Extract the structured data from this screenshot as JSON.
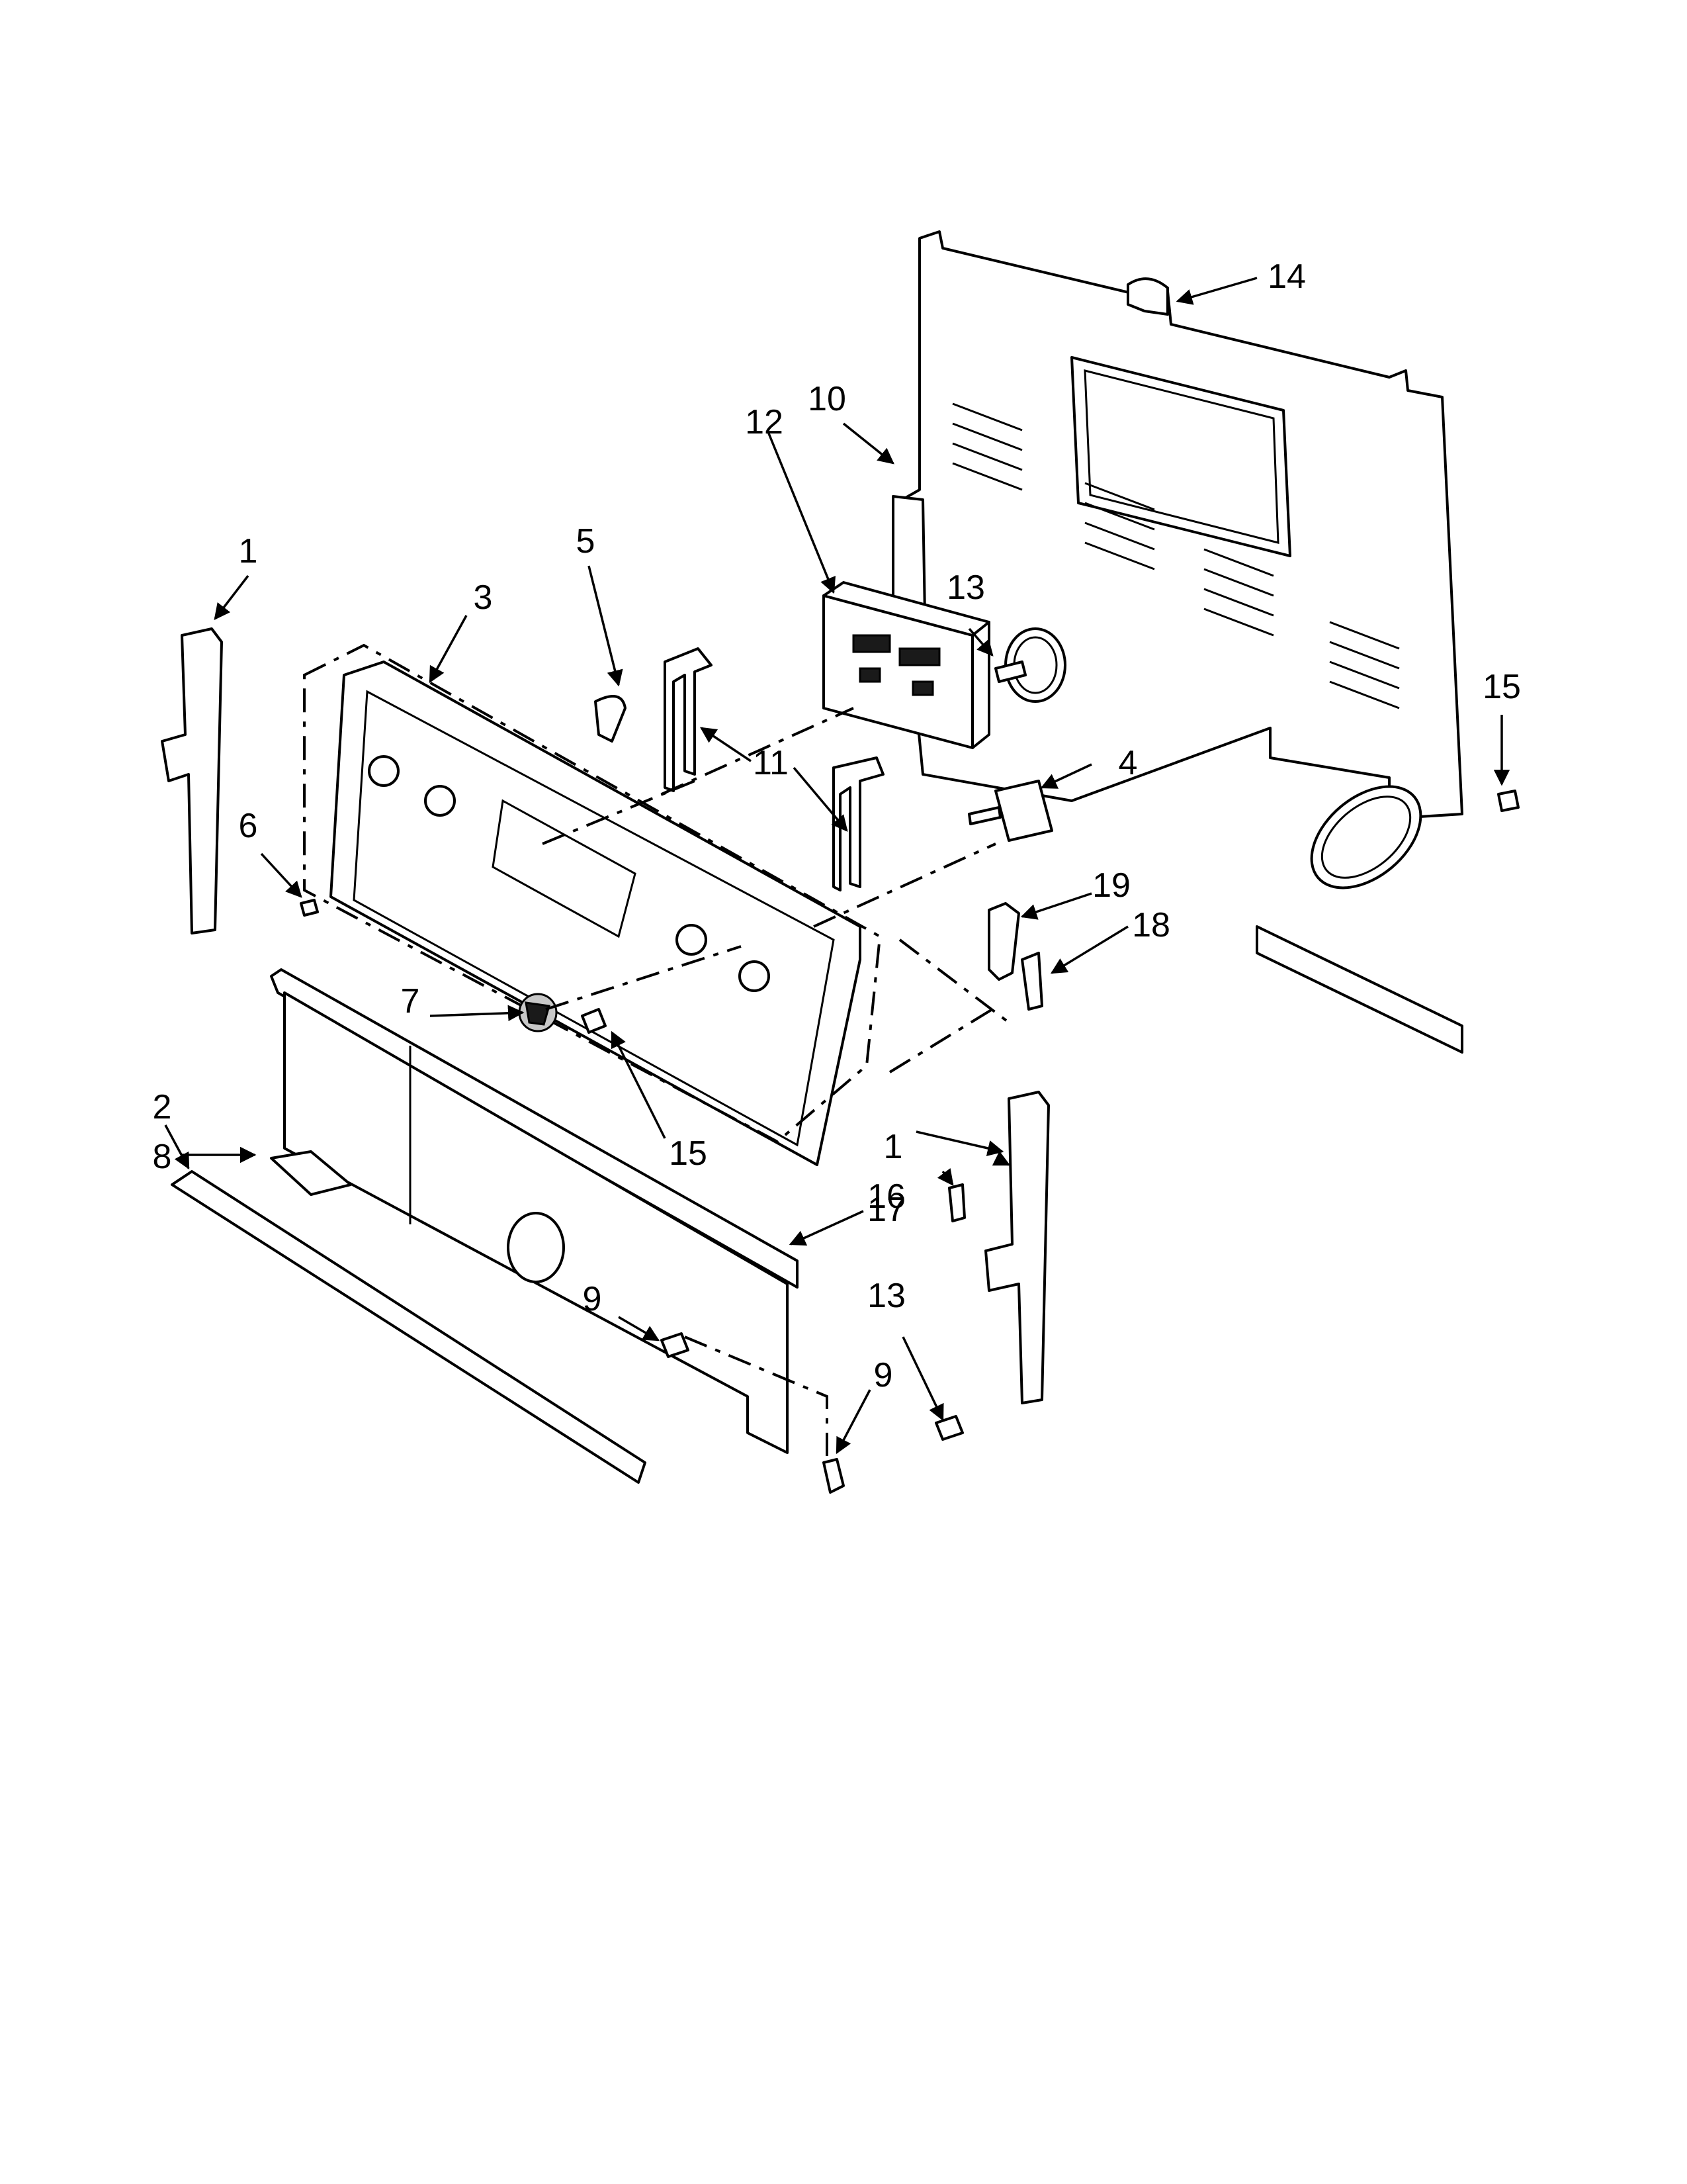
{
  "callouts": [
    {
      "id": "c1a",
      "label": "1"
    },
    {
      "id": "c1b",
      "label": "1"
    },
    {
      "id": "c2",
      "label": "2"
    },
    {
      "id": "c3",
      "label": "3"
    },
    {
      "id": "c4",
      "label": "4"
    },
    {
      "id": "c5",
      "label": "5"
    },
    {
      "id": "c6",
      "label": "6"
    },
    {
      "id": "c7",
      "label": "7"
    },
    {
      "id": "c8",
      "label": "8"
    },
    {
      "id": "c9a",
      "label": "9"
    },
    {
      "id": "c9b",
      "label": "9"
    },
    {
      "id": "c10",
      "label": "10"
    },
    {
      "id": "c11",
      "label": "11"
    },
    {
      "id": "c12",
      "label": "12"
    },
    {
      "id": "c13a",
      "label": "13"
    },
    {
      "id": "c13b",
      "label": "13"
    },
    {
      "id": "c14",
      "label": "14"
    },
    {
      "id": "c15a",
      "label": "15"
    },
    {
      "id": "c15b",
      "label": "15"
    },
    {
      "id": "c16",
      "label": "16"
    },
    {
      "id": "c17",
      "label": "17"
    },
    {
      "id": "c18",
      "label": "18"
    },
    {
      "id": "c19",
      "label": "19"
    }
  ],
  "colors": {
    "line": "#000000",
    "background": "#ffffff"
  }
}
